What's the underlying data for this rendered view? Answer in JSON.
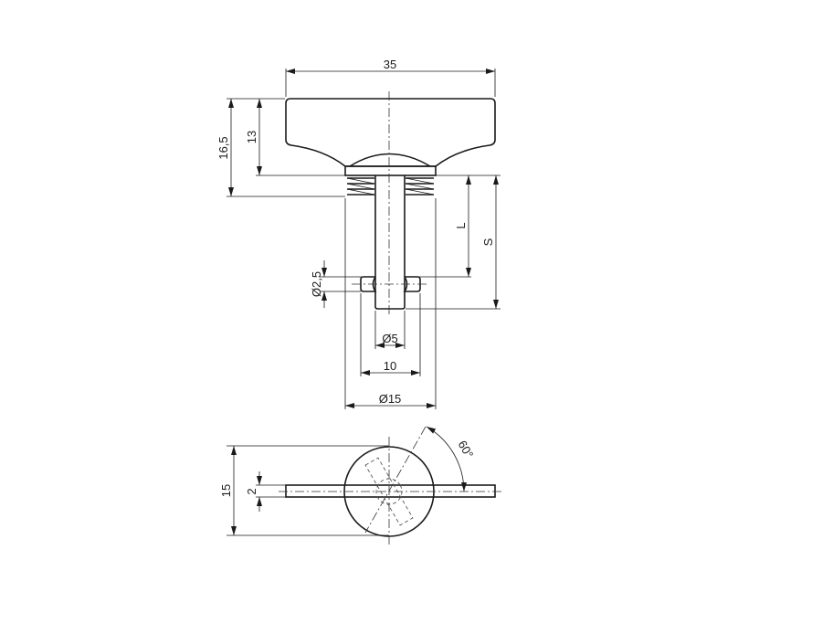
{
  "drawing": {
    "dimensions": {
      "knob_width": "35",
      "total_height": "16,5",
      "knob_height": "13",
      "stroke_L": "L",
      "length_S": "S",
      "cross_pin_dia": "Ø2,5",
      "pin_dia": "Ø5",
      "cross_pin_length": "10",
      "flange_dia": "Ø15",
      "bottom_dia": "15",
      "bar_width": "2",
      "angle": "60°"
    },
    "line_color": "#1a1a1a"
  }
}
